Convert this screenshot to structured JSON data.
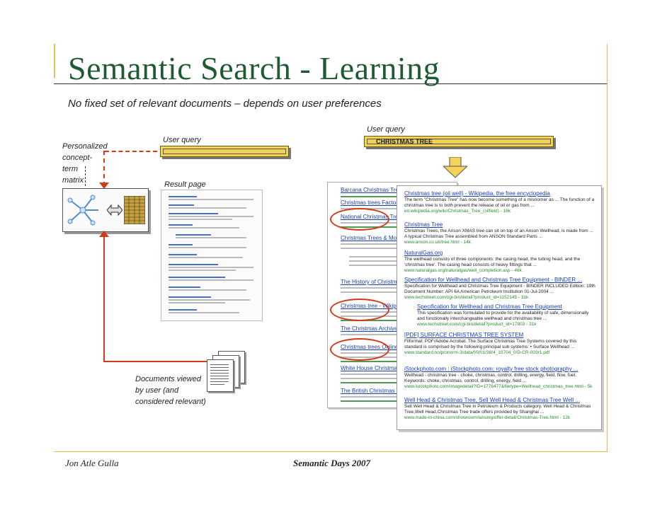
{
  "slide": {
    "title": "Semantic Search - Learning",
    "subtitle": "No fixed set of relevant documents – depends on user preferences"
  },
  "left_panel": {
    "matrix_label": "Personalized\nconcept-\nterm\nmatrix",
    "user_query_label": "User query",
    "result_page_label": "Result page",
    "documents_label": "Documents viewed\nby user (and\nconsidered relevant)"
  },
  "right_panel": {
    "user_query_label": "User query",
    "query_text": "CHRISTMAS TREE",
    "back_results": [
      "Barcana Christmas Trees",
      "Christmas trees Factory",
      "National Christmas Tree",
      "Christmas Trees & More",
      "The History of Christmas",
      "Christmas tree - Wikipedia",
      "The Christmas Archive",
      "Christmas trees Online",
      "White House Christmas",
      "The British Christmas Tree"
    ],
    "front_results": [
      {
        "title": "Christmas tree (oil well) - Wikipedia, the free encyclopedia",
        "snippet": "The term \"Christmas Tree\" has now become something of a misnomer as ... The function of a christmas tree is to both prevent the release of oil or gas from ...",
        "url": "en.wikipedia.org/wiki/Christmas_Tree_(oilfield) - 16k"
      },
      {
        "title": "Christmas Tree",
        "snippet": "Christmas Trees, the Anson XMAS tree can sit on top of an Anson Wellhead, is made from ... A typical Christmas Tree assembled from ANSON Standard Parts ...",
        "url": "www.anson.co.uk/tree.html - 14k"
      },
      {
        "title": "NaturalGas.org",
        "snippet": "The wellhead consists of three components: the casing head, the tubing head, and the 'christmas tree'. The casing head consists of heavy fittings that ...",
        "url": "www.naturalgas.org/naturalgas/well_completion.asp - 46k"
      },
      {
        "title": "Specification for Wellhead and Christmas Tree Equipment - BINDER ...",
        "snippet": "Specification for Wellhead and Christmas Tree Equipment - BINDER INCLUDED Edition: 19th Document Number: API 6A American Petroleum Institution 01-Jul-2004 ...",
        "url": "www.techstreet.com/cgi-bin/detail?product_id=1152145 - 31k"
      },
      {
        "title": "Specification for Wellhead and Christmas Tree Equipment",
        "snippet": "This specification was formulated to provide for the availability of safe, dimensionally and functionally interchangeable wellhead and christmas tree ...",
        "url": "www.techstreet.com/cgi-bin/detail?product_id=17803 - 31k"
      },
      {
        "title": "[PDF] SURFACE CHRISTMAS TREE SYSTEM",
        "snippet": "Filformat: PDF/Adobe Acrobat. The Surface Christmas Tree Systems covered by this standard is comprised by the following principal sub systems: • Surface Wellhead ...",
        "url": "www.standard.no/pronorm-3/data/f/0/01/38/4_10704_0/D-CR-003r1.pdf"
      },
      {
        "title": "iStockphoto.com : iStockphoto.com; royalty free stock photography ...",
        "snippet": "Wellhead - christmas tree - choke, christmas, control, drilling, energy, field, flow, fuel, Keywords: choke, christmas, control, drilling, energy, field ...",
        "url": "www.istockphoto.com/imagedetail?ID=1778477&filetype=Wellhead_christmas_tree.html - 5k"
      },
      {
        "title": "Well Head & Christmas Tree, Sell Well Head & Christmas Tree Well ...",
        "snippet": "Sell Well Head & Christmas Tree in Petroleum & Products category. Well Head & Christmas Tree,Well Head,Christmas Tree trade offers provided by Shanghai ...",
        "url": "www.made-in-china.com/showroom/lansing/offer-detail/Christmas-Tree.html - 12k"
      }
    ]
  },
  "footer": {
    "left": "Jon Atle Gulla",
    "center": "Semantic Days 2007"
  },
  "colors": {
    "title_green": "#1f5a32",
    "frame_gold": "#e6c24a",
    "query_box": "#f3d35a",
    "arrow_red": "#d23a1a"
  },
  "icons": [
    "concept-graph-icon",
    "bidirectional-arrow-icon",
    "matrix-grid-icon",
    "stacked-documents-icon",
    "down-arrow-icon"
  ]
}
